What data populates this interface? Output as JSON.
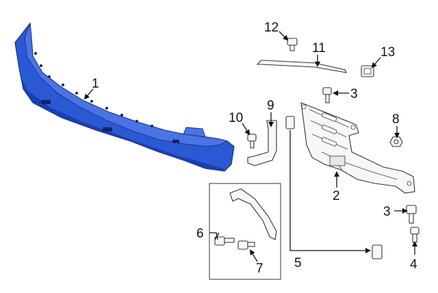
{
  "callouts": {
    "c1": "1",
    "c2": "2",
    "c3a": "3",
    "c3b": "3",
    "c4": "4",
    "c5": "5",
    "c6": "6",
    "c7": "7",
    "c8": "8",
    "c9": "9",
    "c10": "10",
    "c11": "11",
    "c12": "12",
    "c13": "13"
  },
  "colors": {
    "bumper_fill": "#2b59d4",
    "bumper_shade": "#1a3fae",
    "bumper_highlight": "#4a74e6",
    "line": "#333333",
    "text": "#111111"
  }
}
